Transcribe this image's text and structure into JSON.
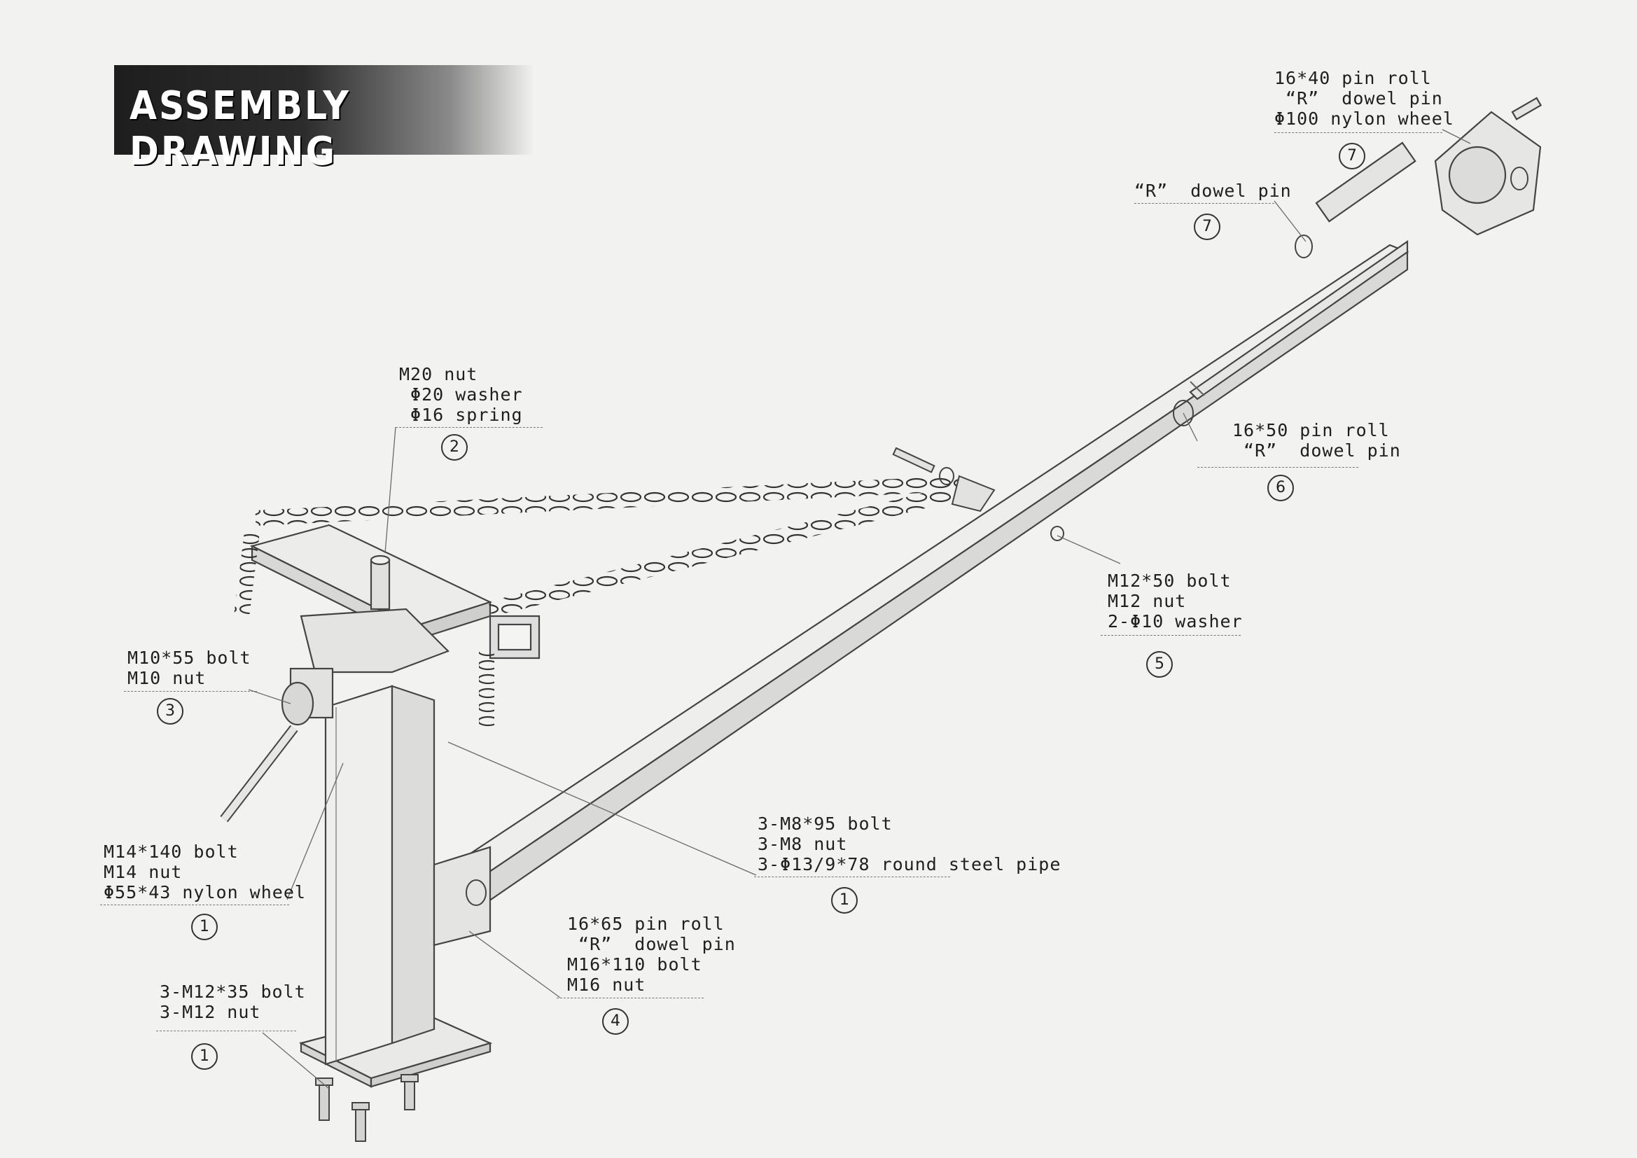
{
  "header": {
    "title": "ASSEMBLY DRAWING"
  },
  "callouts": [
    {
      "lines": [
        "16*40 pin roll",
        " “R”  dowel pin",
        "Φ100 nylon wheel"
      ],
      "num": "7"
    },
    {
      "lines": [
        "“R”  dowel pin"
      ],
      "num": "7"
    },
    {
      "lines": [
        "M20 nut",
        " Φ20 washer",
        " Φ16 spring"
      ],
      "num": "2"
    },
    {
      "lines": [
        "16*50 pin roll",
        " “R”  dowel pin"
      ],
      "num": "6"
    },
    {
      "lines": [
        "M12*50 bolt",
        "M12 nut",
        "2-Φ10 washer"
      ],
      "num": "5"
    },
    {
      "lines": [
        "M10*55 bolt",
        "M10 nut"
      ],
      "num": "3"
    },
    {
      "lines": [
        "3-M8*95 bolt",
        "3-M8 nut",
        "3-Φ13/9*78 round steel pipe"
      ],
      "num": "1"
    },
    {
      "lines": [
        "M14*140 bolt",
        "M14 nut",
        "Φ55*43 nylon wheel"
      ],
      "num": "1"
    },
    {
      "lines": [
        "16*65 pin roll",
        " “R”  dowel pin",
        "M16*110 bolt",
        "M16 nut"
      ],
      "num": "4"
    },
    {
      "lines": [
        "3-M12*35 bolt",
        "3-M12 nut"
      ],
      "num": "1"
    }
  ]
}
